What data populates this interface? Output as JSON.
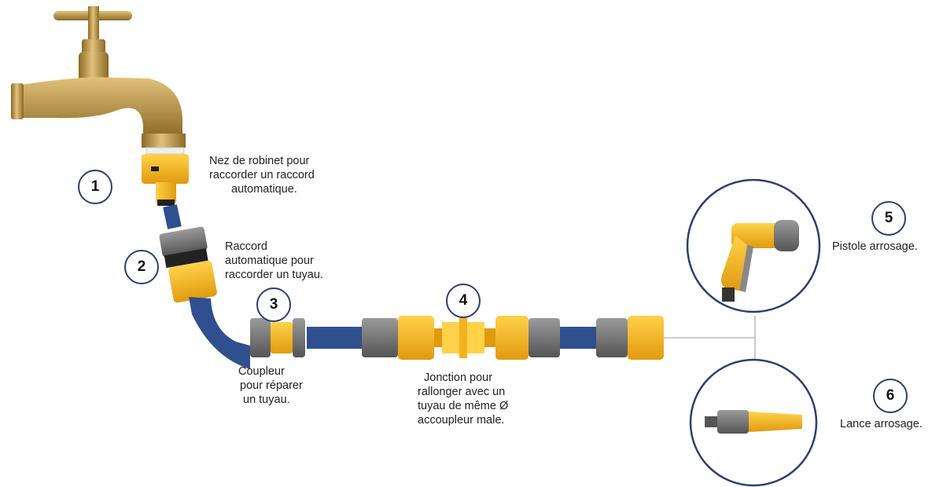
{
  "steps": [
    {
      "number": "1",
      "lines": [
        "Nez de robinet pour",
        "raccorder un raccord",
        "automatique."
      ]
    },
    {
      "number": "2",
      "lines": [
        "Raccord",
        "automatique pour",
        "raccorder un tuyau."
      ]
    },
    {
      "number": "3",
      "lines": [
        "Coupleur",
        "pour réparer",
        "un tuyau."
      ]
    },
    {
      "number": "4",
      "lines": [
        "Jonction pour",
        "rallonger avec un",
        "tuyau de même Ø",
        "accoupleur male."
      ]
    },
    {
      "number": "5",
      "caption": "Pistole arrosage."
    },
    {
      "number": "6",
      "caption": "Lance arrosage."
    }
  ],
  "colors": {
    "hose": "#2f4f8f",
    "connector": "#f5b120",
    "grey": "#7f7f7f",
    "brass": "#c9a24a",
    "outline": "#2a3f73"
  },
  "icons": [
    "tap-icon",
    "connector-icon",
    "spray-gun-icon",
    "spray-nozzle-icon"
  ]
}
